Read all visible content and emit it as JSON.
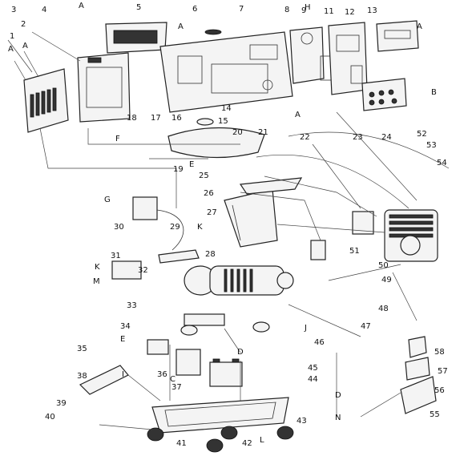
{
  "callouts": [
    "1",
    "2",
    "3",
    "4",
    "5",
    "6",
    "7",
    "8",
    "9",
    "11",
    "12",
    "13",
    "14",
    "15",
    "16",
    "17",
    "18",
    "19",
    "20",
    "21",
    "22",
    "23",
    "24",
    "25",
    "26",
    "27",
    "28",
    "29",
    "30",
    "31",
    "32",
    "33",
    "34",
    "35",
    "36",
    "37",
    "38",
    "39",
    "40",
    "41",
    "42",
    "43",
    "44",
    "45",
    "46",
    "47",
    "48",
    "49",
    "50",
    "51",
    "52",
    "53",
    "54",
    "55",
    "56",
    "57",
    "58"
  ],
  "letter_marks": [
    "A",
    "B",
    "C",
    "D",
    "E",
    "F",
    "G",
    "H",
    "I",
    "J",
    "K",
    "L",
    "M",
    "N"
  ]
}
